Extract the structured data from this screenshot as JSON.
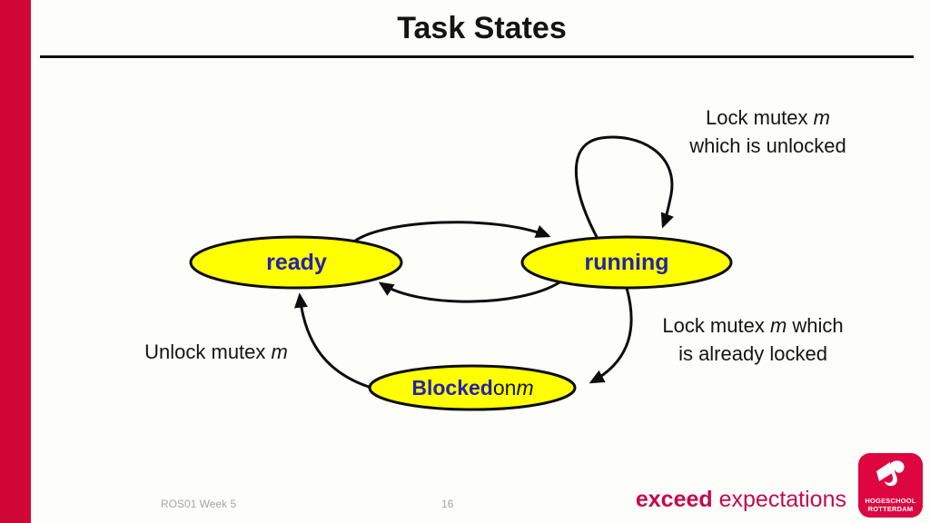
{
  "slide": {
    "title": "Task States",
    "footer": {
      "course": "ROS01 Week 5",
      "page_number": "16",
      "tagline_bold": "exceed",
      "tagline_regular": " expectations",
      "logo_line1": "HOGESCHOOL",
      "logo_line2": "ROTTERDAM"
    }
  },
  "diagram": {
    "states": {
      "ready": "ready",
      "running": "running",
      "blocked_bold": "Blocked",
      "blocked_mid": " on ",
      "blocked_var": "m"
    },
    "labels": {
      "lock_unlocked_l1_text": "Lock mutex ",
      "lock_unlocked_l1_var": "m",
      "lock_unlocked_l2": "which is unlocked",
      "lock_locked_l1_text": "Lock mutex ",
      "lock_locked_l1_var": "m",
      "lock_locked_l1_suffix": " which",
      "lock_locked_l2": "is already locked",
      "unlock_text": "Unlock mutex ",
      "unlock_var": "m"
    }
  },
  "colors": {
    "accent_red_bar": "#D00634",
    "state_fill_yellow": "#FFFF00",
    "state_outline": "#0D0D0D",
    "state_text_blue": "#2323AB",
    "annotation_text": "#141414",
    "footer_gray": "#A6A6A6",
    "tagline_red": "#C50A4C",
    "logo_red": "#DD0640"
  }
}
